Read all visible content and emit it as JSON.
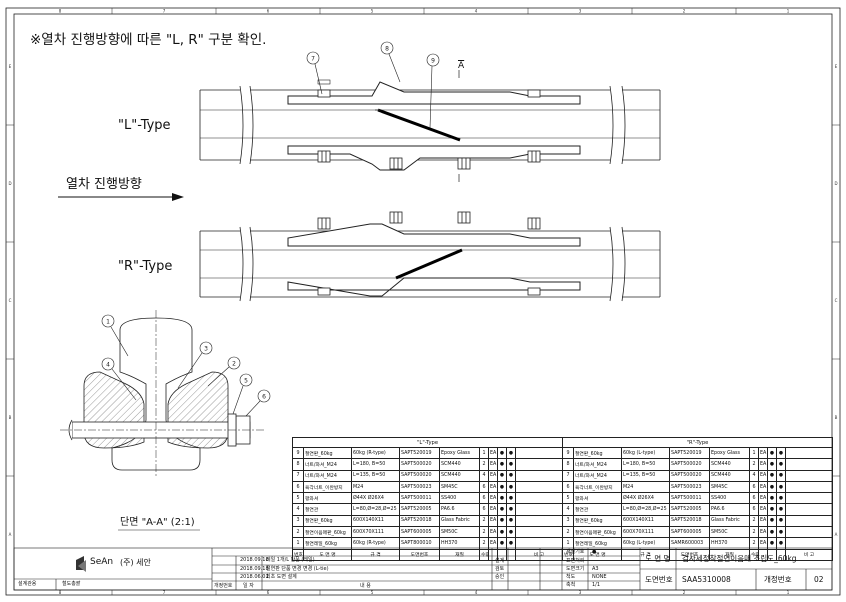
{
  "note": "※열차 진행방향에 따른 \"L, R\" 구분 확인.",
  "labels": {
    "l_type": "\"L\"-Type",
    "r_type": "\"R\"-Type",
    "direction": "열차 진행방향",
    "section": "단면 \"A-A\" (2:1)",
    "section_mark": "A"
  },
  "balloons": {
    "top": [
      "7",
      "8",
      "9"
    ],
    "section": [
      "1",
      "4",
      "3",
      "2",
      "5",
      "6"
    ]
  },
  "grid": {
    "top": [
      "8",
      "7",
      "6",
      "5",
      "4",
      "3",
      "2",
      "1"
    ],
    "bottom": [
      "8",
      "7",
      "6",
      "5",
      "4",
      "3",
      "2",
      "1"
    ],
    "left": [
      "E",
      "D",
      "C",
      "B",
      "A"
    ],
    "right": [
      "E",
      "D",
      "C",
      "B",
      "A"
    ]
  },
  "bom_left": {
    "title": "\"L\"-Type",
    "rows": [
      [
        "9",
        "절연판_60kg",
        "60kg (R-type)",
        "SAPT520019",
        "Epoxy Glass",
        "1",
        "EA",
        "●",
        "●",
        ""
      ],
      [
        "8",
        "너트/와셔_M24",
        "L=180, B=50",
        "SAPT500020",
        "SCM440",
        "2",
        "EA",
        "●",
        "●",
        ""
      ],
      [
        "7",
        "너트/와셔_M24",
        "L=135, B=50",
        "SAPT500020",
        "SCM440",
        "4",
        "EA",
        "●",
        "●",
        ""
      ],
      [
        "6",
        "육각너트_이완방지",
        "M24",
        "SAPT500023",
        "SM45C",
        "6",
        "EA",
        "●",
        "●",
        ""
      ],
      [
        "5",
        "평와셔",
        "Ø44X Ø26X4",
        "SAPT500011",
        "SS400",
        "6",
        "EA",
        "●",
        "●",
        ""
      ],
      [
        "4",
        "절연관",
        "L=80,Ø=28,Ø=25",
        "SAPT520005",
        "PA6.6",
        "6",
        "EA",
        "●",
        "●",
        ""
      ],
      [
        "3",
        "절연판_60kg",
        "600X140X11",
        "SAPT520018",
        "Glass Fabric",
        "2",
        "EA",
        "●",
        "●",
        ""
      ],
      [
        "2",
        "절연이음매판_60kg",
        "600X70X111",
        "SAPT600005",
        "SM50C",
        "2",
        "EA",
        "●",
        "●",
        ""
      ],
      [
        "1",
        "절연레일_60kg",
        "60kg (R-type)",
        "SAPT800010",
        "HH370",
        "2",
        "EA",
        "●",
        "●",
        ""
      ]
    ],
    "footer": [
      "번호",
      "도 면 명",
      "규 격",
      "도면번호",
      "재질",
      "수량",
      "",
      "",
      "",
      "비 고"
    ]
  },
  "bom_right": {
    "title": "\"R\"-Type",
    "rows": [
      [
        "9",
        "절연판_60kg",
        "60kg (L-type)",
        "SAPT520019",
        "Epoxy Glass",
        "1",
        "EA",
        "●",
        "●",
        ""
      ],
      [
        "8",
        "너트/와셔_M24",
        "L=180, B=50",
        "SAPT500020",
        "SCM440",
        "2",
        "EA",
        "●",
        "●",
        ""
      ],
      [
        "7",
        "너트/와셔_M24",
        "L=135, B=50",
        "SAPT500020",
        "SCM440",
        "4",
        "EA",
        "●",
        "●",
        ""
      ],
      [
        "6",
        "육각너트_이완방지",
        "M24",
        "SAPT500023",
        "SM45C",
        "6",
        "EA",
        "●",
        "●",
        ""
      ],
      [
        "5",
        "평와셔",
        "Ø44X Ø26X4",
        "SAPT500011",
        "SS400",
        "6",
        "EA",
        "●",
        "●",
        ""
      ],
      [
        "4",
        "절연관",
        "L=80,Ø=28,Ø=25",
        "SAPT520005",
        "PA6.6",
        "6",
        "EA",
        "●",
        "●",
        ""
      ],
      [
        "3",
        "절연판_60kg",
        "600X140X11",
        "SAPT520018",
        "Glass Fabric",
        "2",
        "EA",
        "●",
        "●",
        ""
      ],
      [
        "2",
        "절연이음매판_60kg",
        "600X70X111",
        "SAPT600005",
        "SM50C",
        "2",
        "EA",
        "●",
        "●",
        ""
      ],
      [
        "1",
        "절연레일_60kg",
        "60kg (L-type)",
        "SAMR600003",
        "HH370",
        "2",
        "EA",
        "●",
        "●",
        ""
      ]
    ],
    "footer": [
      "번호",
      "도 면 명",
      "규 격",
      "도면번호",
      "재질",
      "수량",
      "",
      "",
      "",
      "비 고"
    ]
  },
  "title_block": {
    "company": "(주) 세안",
    "company_logo": "SeAn",
    "drawing_name_label": "도 면 명",
    "drawing_name": "검사세정착절연이음매 조립도_60kg",
    "drawing_no_label": "도면번호",
    "drawing_no": "SAA5310008",
    "rev_label": "개정번호",
    "rev_no": "02",
    "designer_label": "설계관용",
    "designer": "철도총괄",
    "revisions": [
      [
        "",
        "2018.09.18",
        "레일 1개/L 단품 (레일)"
      ],
      [
        "",
        "2018.09.18",
        "절연판 단품 변경 변경 (L-tie)"
      ],
      [
        "",
        "2018.06.01",
        "최초 도면 설계"
      ]
    ],
    "rev_header": [
      "개정번호",
      "일 자",
      "내 용"
    ],
    "approvals": [
      "설계",
      "검토",
      "승인"
    ],
    "info": [
      [
        "재질기호",
        "●"
      ],
      [
        "표면처리",
        ""
      ],
      [
        "도면크기",
        "A3"
      ],
      [
        "척도",
        "NONE"
      ],
      [
        "축척",
        "1/1"
      ]
    ]
  }
}
